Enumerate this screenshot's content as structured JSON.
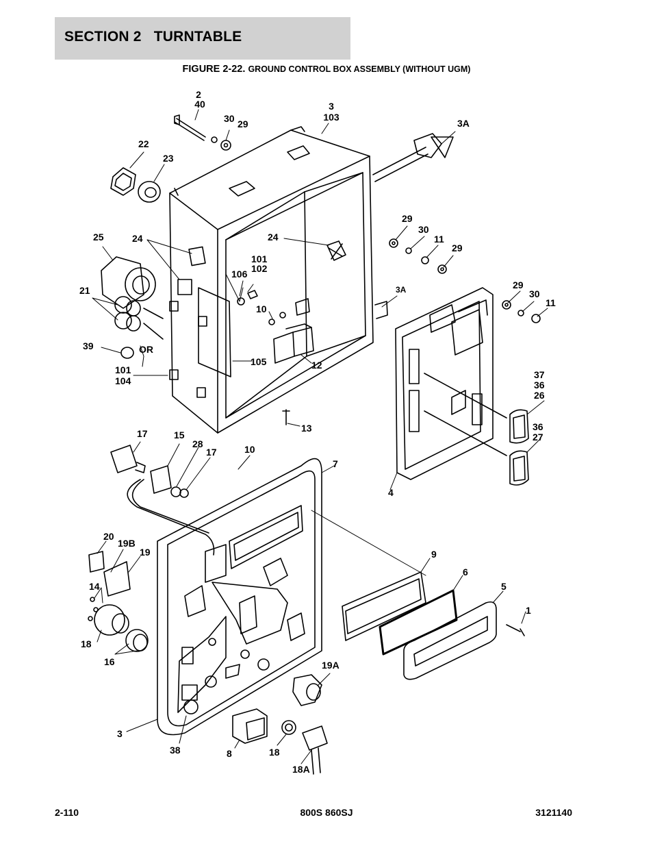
{
  "header": {
    "section_title": "SECTION 2   TURNTABLE"
  },
  "figure": {
    "prefix": "FIGURE 2-22.",
    "title": "GROUND CONTROL BOX ASSEMBLY (WITHOUT UGM)"
  },
  "callouts": [
    "2",
    "40",
    "30",
    "29",
    "3",
    "103",
    "3A",
    "22",
    "23",
    "29",
    "30",
    "11",
    "29",
    "25",
    "24",
    "24",
    "101",
    "102",
    "106",
    "21",
    "10",
    "3A",
    "29",
    "30",
    "11",
    "39",
    "OR",
    "105",
    "12",
    "101",
    "104",
    "37",
    "36",
    "26",
    "13",
    "36",
    "27",
    "17",
    "15",
    "28",
    "17",
    "10",
    "7",
    "4",
    "20",
    "19B",
    "19",
    "9",
    "6",
    "5",
    "14",
    "1",
    "18",
    "16",
    "19A",
    "3",
    "38",
    "8",
    "18",
    "18A"
  ],
  "footer": {
    "page_number": "2-110",
    "model": "800S 860SJ",
    "doc_number": "3121140"
  }
}
